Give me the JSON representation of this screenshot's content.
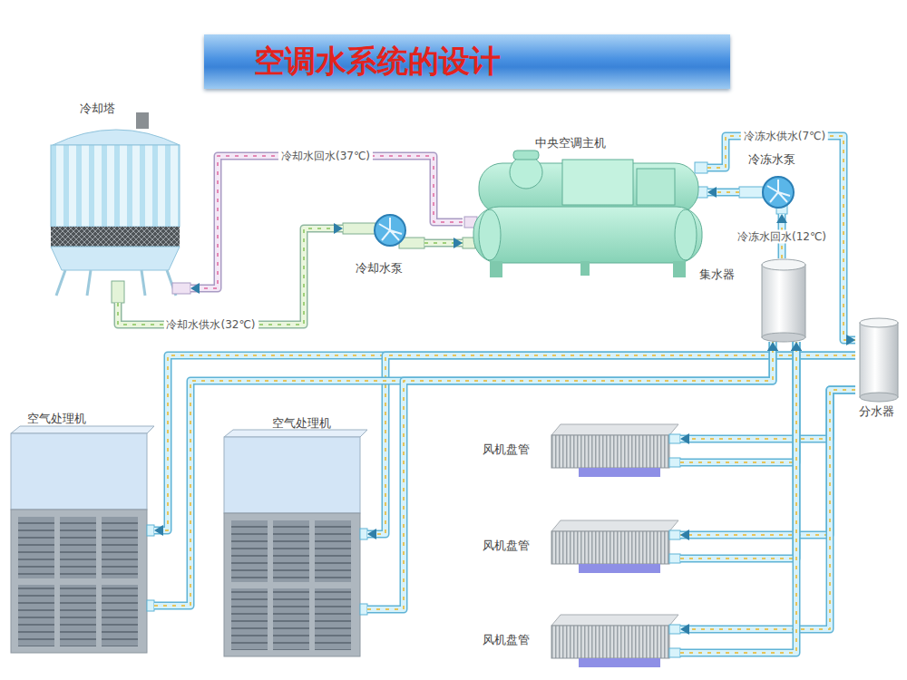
{
  "diagram": {
    "title": "空调水系统的设计",
    "nodes": [
      {
        "text": [
          "冷却塔"
        ]
      },
      {
        "text": [
          "冷却水泵"
        ]
      },
      {
        "text": [
          "中央空调主机"
        ]
      },
      {
        "text": [
          "冷冻水泵"
        ]
      },
      {
        "text": [
          "集水器"
        ]
      },
      {
        "text": [
          "分水器"
        ]
      },
      {
        "text": [
          "空气处理机"
        ]
      },
      {
        "text": [
          "空气处理机"
        ]
      },
      {
        "text": [
          "风机盘管"
        ]
      },
      {
        "text": [
          "风机盘管"
        ]
      },
      {
        "text": [
          "风机盘管"
        ]
      }
    ],
    "edges": [
      {
        "from": 0,
        "to": 1,
        "arrow": "to",
        "label": "冷却水供水(32℃)"
      },
      {
        "from": 1,
        "to": 2,
        "arrow": "to"
      },
      {
        "from": 2,
        "to": 0,
        "arrow": "to",
        "label": "冷却水回水(37℃)"
      },
      {
        "from": 2,
        "to": 5,
        "arrow": "to",
        "label": "冷冻水供水(7℃)"
      },
      {
        "from": 4,
        "to": 3,
        "arrow": "to",
        "label": "冷冻水回水(12℃)"
      },
      {
        "from": 3,
        "to": 2,
        "arrow": "to"
      },
      {
        "from": 5,
        "to": 6,
        "arrow": "to"
      },
      {
        "from": 5,
        "to": 7,
        "arrow": "to"
      },
      {
        "from": 5,
        "to": 8,
        "arrow": "to"
      },
      {
        "from": 5,
        "to": 9,
        "arrow": "to"
      },
      {
        "from": 5,
        "to": 10,
        "arrow": "to"
      },
      {
        "from": 6,
        "to": 4,
        "arrow": "to"
      },
      {
        "from": 7,
        "to": 4,
        "arrow": "to"
      },
      {
        "from": 8,
        "to": 4,
        "arrow": "to"
      },
      {
        "from": 9,
        "to": 4,
        "arrow": "to"
      },
      {
        "from": 10,
        "to": 4,
        "arrow": "to"
      }
    ]
  }
}
